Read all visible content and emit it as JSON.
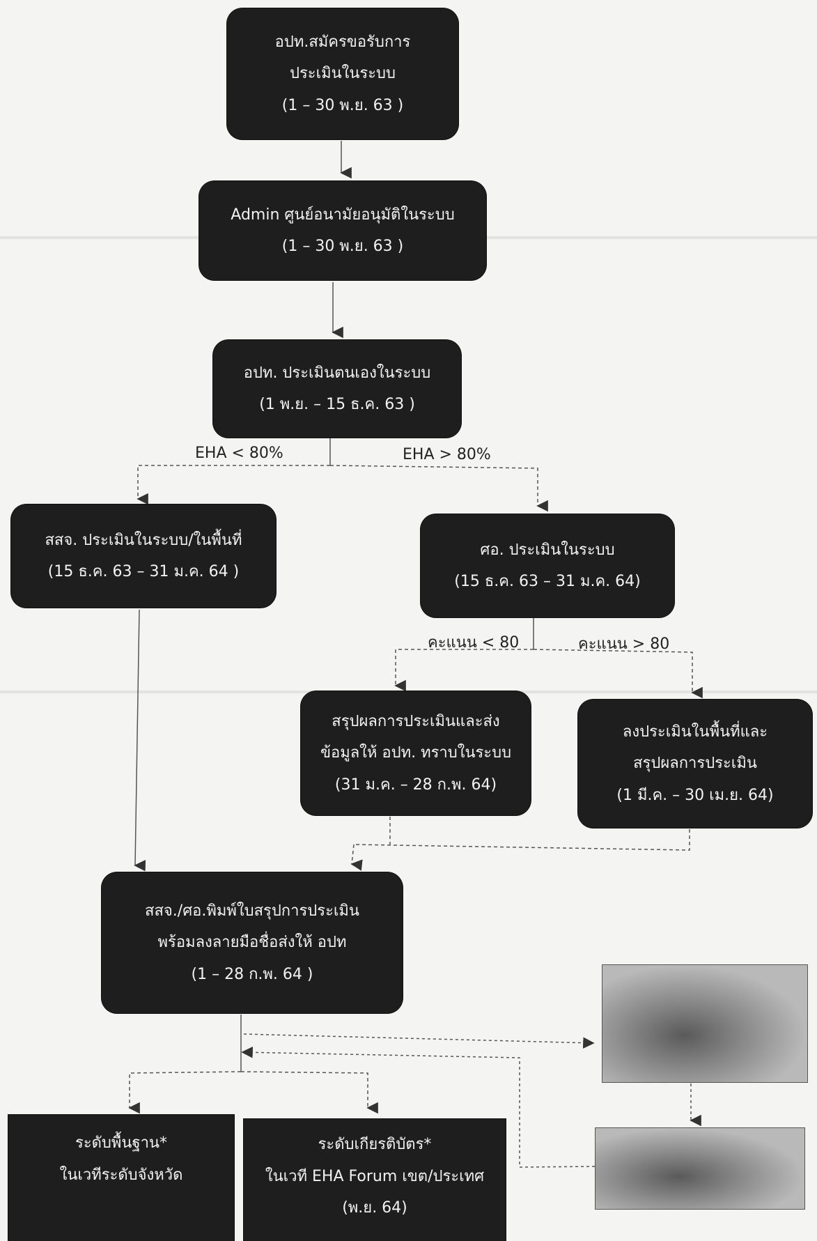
{
  "nodes": {
    "apply": {
      "lines": [
        "อปท.สมัครขอรับการ",
        "ประเมินในระบบ",
        "(1 – 30 พ.ย. 63 )"
      ]
    },
    "approve": {
      "lines": [
        "Admin ศูนย์อนามัยอนุมัติในระบบ",
        "(1 – 30 พ.ย. 63 )"
      ]
    },
    "self": {
      "lines": [
        "อปท. ประเมินตนเองในระบบ",
        "(1 พ.ย. – 15 ธ.ค. 63 )"
      ]
    },
    "ssj": {
      "lines": [
        "สสจ. ประเมินในระบบ/ในพื้นที่",
        "(15 ธ.ค. 63 – 31 ม.ค. 64 )"
      ]
    },
    "center": {
      "lines": [
        "ศอ. ประเมินในระบบ",
        "(15 ธ.ค. 63 – 31 ม.ค. 64)"
      ]
    },
    "summary": {
      "lines": [
        "สรุปผลการประเมินและส่ง",
        "ข้อมูลให้ อปท. ทราบในระบบ",
        "(31 ม.ค. – 28 ก.พ. 64)"
      ]
    },
    "field": {
      "lines": [
        "ลงประเมินในพื้นที่และ",
        "สรุปผลการประเมิน",
        "(1 มี.ค. – 30 เม.ย. 64)"
      ]
    },
    "print": {
      "lines": [
        "สสจ./ศอ.พิมพ์ใบสรุปการประเมิน",
        "พร้อมลงลายมือชื่อส่งให้ อปท",
        "(1 – 28 ก.พ. 64 )"
      ]
    },
    "basic": {
      "lines": [
        "ระดับพื้นฐาน*",
        "ในเวทีระดับจังหวัด"
      ]
    },
    "honor": {
      "lines": [
        "ระดับเกียรติบัตร*",
        "ในเวที EHA Forum เขต/ประเทศ",
        "(พ.ย. 64)"
      ]
    }
  },
  "edge_labels": {
    "eha_low": "EHA < 80%",
    "eha_high": "EHA > 80%",
    "score_low": "คะแนน < 80",
    "score_high": "คะแนน > 80"
  }
}
